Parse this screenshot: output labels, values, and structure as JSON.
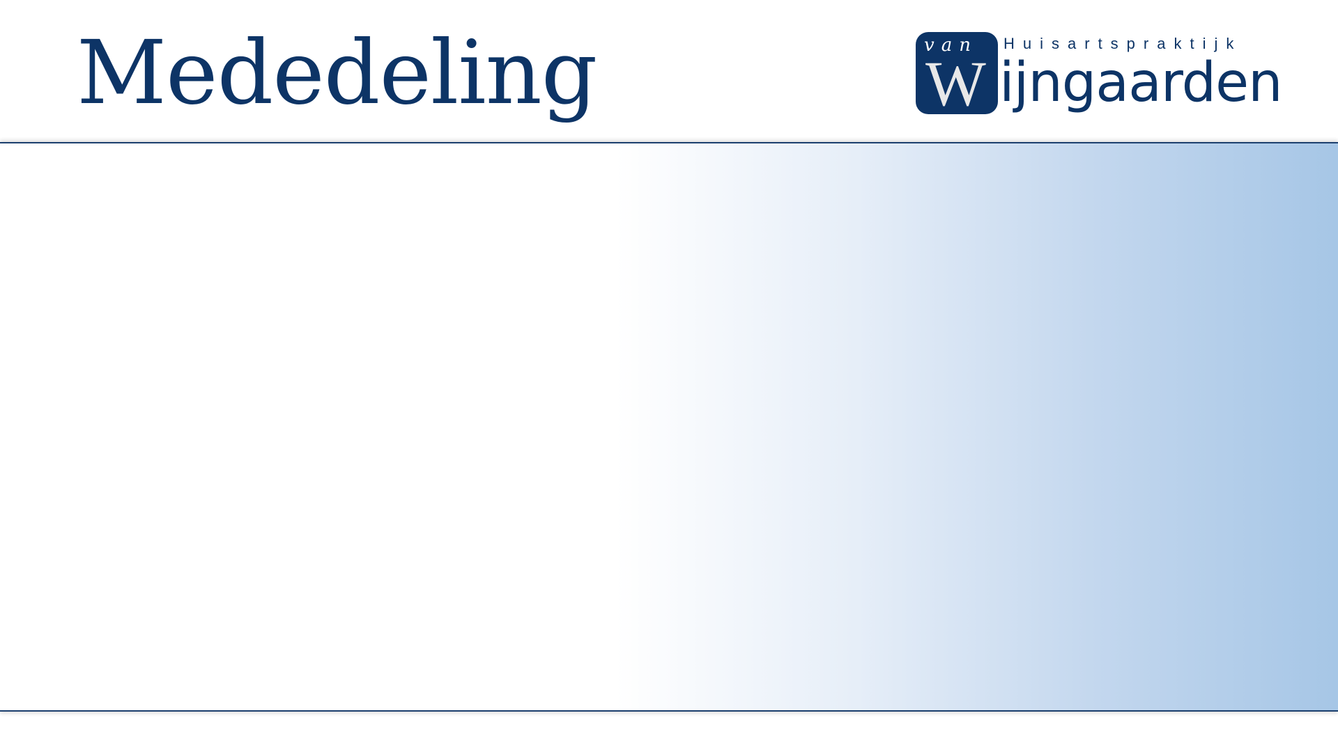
{
  "header": {
    "title": "Mededeling"
  },
  "logo": {
    "van": "van",
    "w": "W",
    "rest": "ijngaarden",
    "tagline": "Huisartspraktijk",
    "brand_color": "#0d3466"
  },
  "content_panel": {
    "gradient_start": "#ffffff",
    "gradient_end": "#a6c6e6",
    "border_color": "#1b3f6e"
  }
}
